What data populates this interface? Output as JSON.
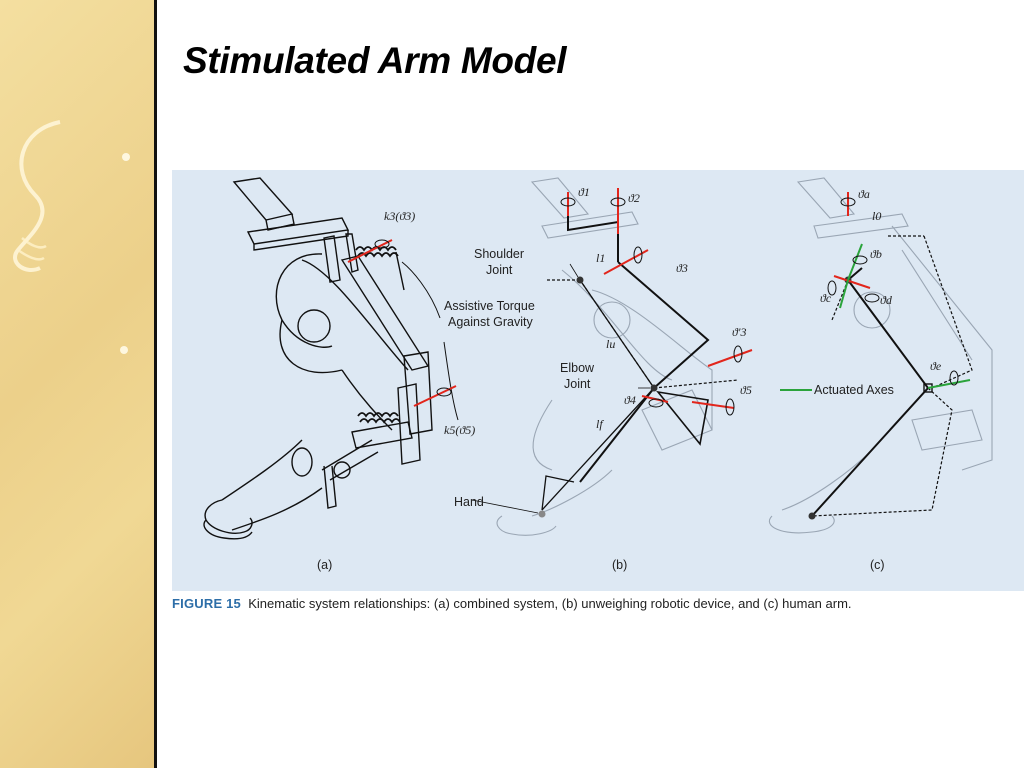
{
  "slide": {
    "title": "Stimulated Arm Model"
  },
  "figure": {
    "panel_a": {
      "label": "(a)",
      "k3": "k3(ϑ3)",
      "k5": "k5(ϑ5)",
      "assistive_1": "Assistive Torque",
      "assistive_2": "Against Gravity"
    },
    "panel_b": {
      "label": "(b)",
      "theta1": "ϑ1",
      "theta2": "ϑ2",
      "theta3": "ϑ3",
      "theta3p": "ϑ'3",
      "theta4": "ϑ4",
      "theta5": "ϑ5",
      "l1": "l1",
      "lu": "lu",
      "lf": "lf",
      "shoulder_1": "Shoulder",
      "shoulder_2": "Joint",
      "elbow_1": "Elbow",
      "elbow_2": "Joint",
      "hand": "Hand"
    },
    "panel_c": {
      "label": "(c)",
      "theta_a": "ϑa",
      "theta_b": "ϑb",
      "theta_c": "ϑc",
      "theta_d": "ϑd",
      "theta_e": "ϑe",
      "l0": "l0",
      "actuated": "Actuated Axes"
    },
    "caption_label": "FIGURE 15",
    "caption_text": "Kinematic system relationships: (a) combined system, (b) unweighing robotic device, and (c) human arm."
  },
  "colors": {
    "sidebar": "#f0d894",
    "figure_bg": "#dde8f3",
    "caption_label": "#2d6ea8",
    "red_axis": "#e2261c",
    "green_axis": "#2aa33b"
  }
}
